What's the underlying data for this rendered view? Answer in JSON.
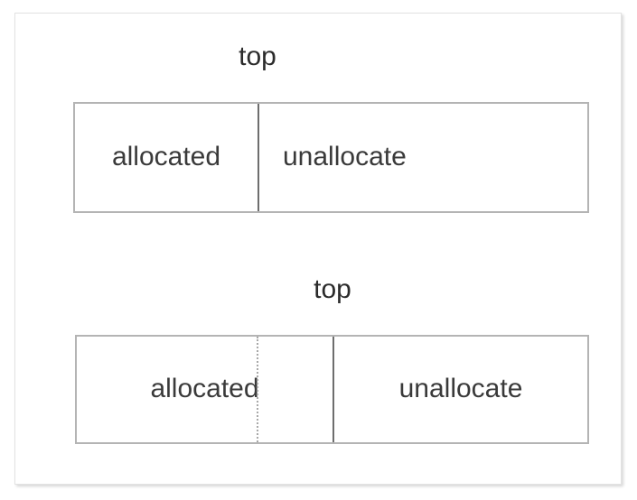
{
  "diagram": {
    "title": "memory allocation top pointer diagram",
    "colors": {
      "frame_border": "#e2e2e2",
      "bar_border": "#b4b4b4",
      "divider_solid": "#6e6e6e",
      "divider_dotted": "#a9a9a9",
      "text": "#3a3a3a",
      "background": "#ffffff"
    },
    "panels": [
      {
        "id": "before",
        "top_label": "top",
        "segments": [
          {
            "name": "allocated",
            "label": "allocated"
          },
          {
            "name": "unallocated",
            "label": "unallocate"
          }
        ],
        "dividers": [
          {
            "name": "top-pointer",
            "style": "solid"
          }
        ]
      },
      {
        "id": "after",
        "top_label": "top",
        "segments": [
          {
            "name": "allocated",
            "label": "allocated"
          },
          {
            "name": "unallocated",
            "label": "unallocate"
          }
        ],
        "dividers": [
          {
            "name": "previous-top-marker",
            "style": "dotted"
          },
          {
            "name": "top-pointer",
            "style": "solid"
          }
        ]
      }
    ]
  }
}
